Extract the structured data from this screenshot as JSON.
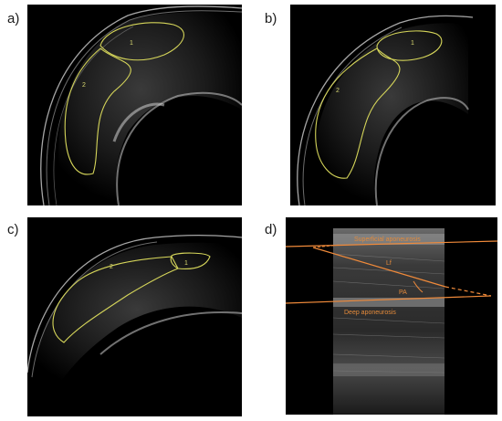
{
  "panels": [
    {
      "label": "a)",
      "regions": [
        "1",
        "2"
      ]
    },
    {
      "label": "b)",
      "regions": [
        "1",
        "2"
      ]
    },
    {
      "label": "c)",
      "regions": [
        "1",
        "2"
      ]
    },
    {
      "label": "d)"
    }
  ],
  "panel_d": {
    "superficial_label": "Superficial aponeurosis",
    "lf_label": "Lf",
    "pa_label": "PA",
    "deep_label": "Deep aponeurosis"
  },
  "colors": {
    "outline": "#d6d65a",
    "annotation": "#f08a3a",
    "background": "#000000"
  }
}
